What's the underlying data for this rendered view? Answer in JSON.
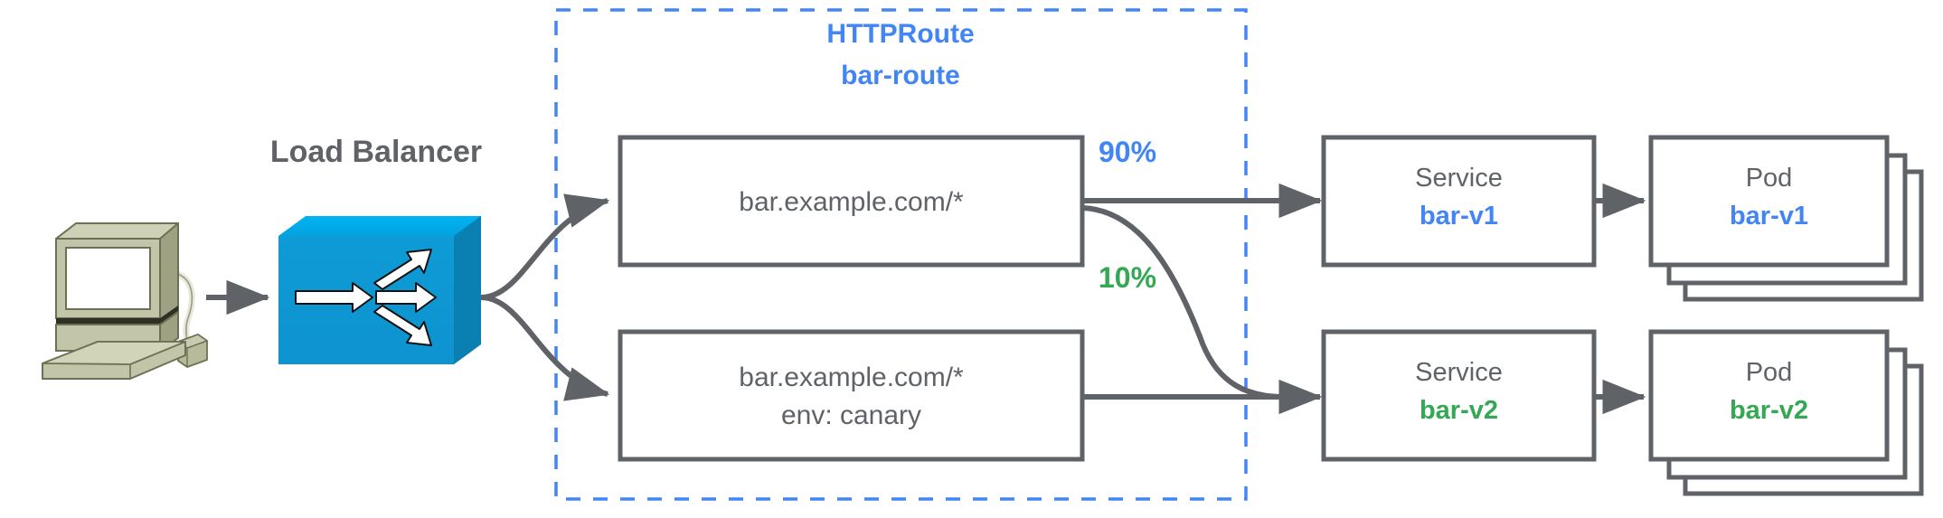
{
  "diagram": {
    "title_region": {
      "load_balancer_label": "Load Balancer",
      "httproute_kind": "HTTPRoute",
      "httproute_name": "bar-route"
    },
    "client": {
      "icon": "desktop-computer-icon"
    },
    "load_balancer": {
      "icon": "load-balancer-switch-icon"
    },
    "rules": [
      {
        "id": "rule-primary",
        "line1": "bar.example.com/*",
        "line2": ""
      },
      {
        "id": "rule-canary",
        "line1": "bar.example.com/*",
        "line2": "env: canary"
      }
    ],
    "weights": [
      {
        "id": "weight-primary",
        "value": "90%",
        "color": "#4285F4"
      },
      {
        "id": "weight-canary",
        "value": "10%",
        "color": "#34A853"
      }
    ],
    "services": [
      {
        "id": "service-bar-v1",
        "kind": "Service",
        "name": "bar-v1",
        "color": "#4285F4"
      },
      {
        "id": "service-bar-v2",
        "kind": "Service",
        "name": "bar-v2",
        "color": "#34A853"
      }
    ],
    "pods": [
      {
        "id": "pod-bar-v1",
        "kind": "Pod",
        "name": "bar-v1",
        "color": "#4285F4",
        "replicas": 3
      },
      {
        "id": "pod-bar-v2",
        "kind": "Pod",
        "name": "bar-v2",
        "color": "#34A853",
        "replicas": 3
      }
    ],
    "colors": {
      "blue": "#4285F4",
      "green": "#34A853",
      "gray_stroke": "#5F6368",
      "gray_text": "#5F6368",
      "lb_blue": "#0C9AD7",
      "computer_beige": "#B8BA9C"
    }
  }
}
